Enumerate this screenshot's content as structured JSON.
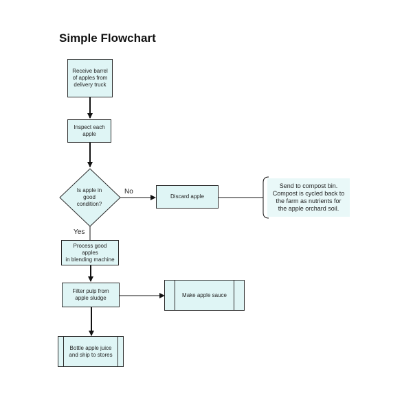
{
  "title": "Simple Flowchart",
  "nodes": {
    "receive": "Receive barrel\nof apples from\ndelivery truck",
    "inspect": "Inspect each\napple",
    "decision": "Is apple in\ngood\ncondition?",
    "discard": "Discard apple",
    "process": "Process good apples\nin blending machine",
    "filter": "Filter pulp from\napple sludge",
    "sauce": "Make apple sauce",
    "bottle": "Bottle apple juice\nand ship to stores"
  },
  "edge_labels": {
    "no": "No",
    "yes": "Yes"
  },
  "annotation": "Send to compost bin.\nCompost is cycled back to\nthe farm as nutrients for\nthe apple orchard soil.",
  "colors": {
    "node_fill": "#dff5f5",
    "stroke": "#2a2a2a"
  }
}
